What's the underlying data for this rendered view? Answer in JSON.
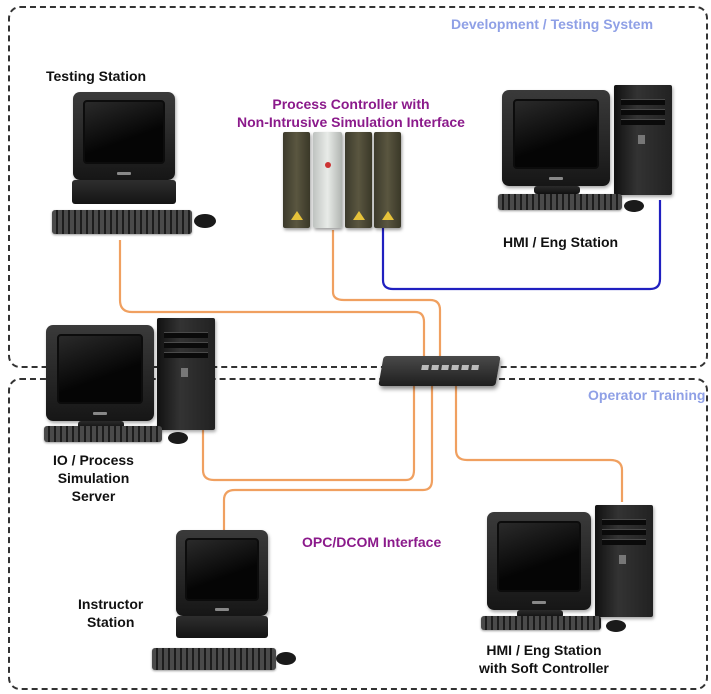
{
  "zones": {
    "development": "Development / Testing System",
    "operator": "Operator Training"
  },
  "labels": {
    "testing_station": "Testing Station",
    "process_controller": "Process Controller with\nNon-Intrusive Simulation Interface",
    "hmi_eng_top": "HMI / Eng Station",
    "io_sim_server": "IO / Process\nSimulation\nServer",
    "opc_dcom": "OPC/DCOM Interface",
    "instructor_station": "Instructor\nStation",
    "hmi_eng_soft": "HMI / Eng Station\nwith Soft Controller"
  },
  "colors": {
    "zone_title": "#8fa0e6",
    "purple_label": "#8b1a8b",
    "ethernet_cable": "#f0a060",
    "direct_cable": "#2020c0"
  },
  "icons": {
    "workstation": "crt-monitor-icon",
    "server": "tower-pc-icon",
    "network_switch": "network-switch-icon",
    "plc": "plc-controller-icon"
  }
}
